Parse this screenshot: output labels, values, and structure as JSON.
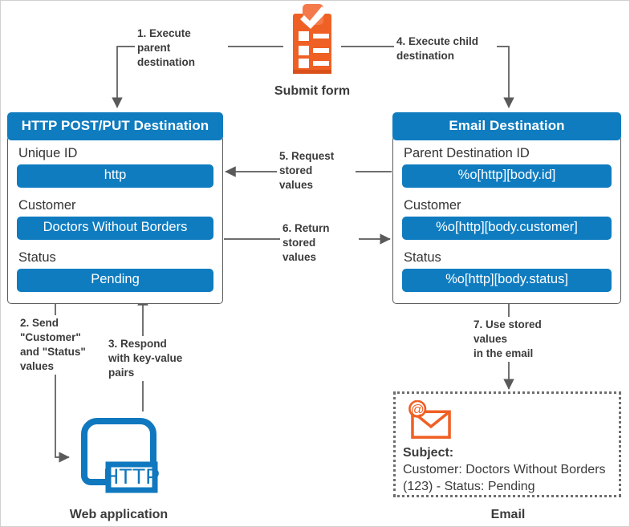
{
  "diagram": {
    "title": "HTTP POST/PUT destination and Email destination data flow",
    "colors": {
      "blue": "#0f7cc0",
      "orange": "#ef6024",
      "wire": "#5a5a5a",
      "text": "#3b3b3b"
    }
  },
  "submit_form": {
    "caption": "Submit form",
    "icon": "clipboard-check-icon"
  },
  "http_card": {
    "header": "HTTP POST/PUT Destination",
    "fields": [
      {
        "label": "Unique ID",
        "value": "http"
      },
      {
        "label": "Customer",
        "value": "Doctors Without Borders"
      },
      {
        "label": "Status",
        "value": "Pending"
      }
    ]
  },
  "email_card": {
    "header": "Email Destination",
    "fields": [
      {
        "label": "Parent Destination ID",
        "value": "%o[http][body.id]"
      },
      {
        "label": "Customer",
        "value": "%o[http][body.customer]"
      },
      {
        "label": "Status",
        "value": "%o[http][body.status]"
      }
    ]
  },
  "steps": [
    {
      "id": 1,
      "text": "1. Execute\nparent\ndestination"
    },
    {
      "id": 2,
      "text": "2. Send\n\"Customer\"\nand \"Status\"\nvalues"
    },
    {
      "id": 3,
      "text": "3. Respond\nwith key-value\npairs"
    },
    {
      "id": 4,
      "text": "4. Execute child\ndestination"
    },
    {
      "id": 5,
      "text": "5. Request\nstored\nvalues"
    },
    {
      "id": 6,
      "text": "6. Return\nstored\nvalues"
    },
    {
      "id": 7,
      "text": "7. Use stored\nvalues\nin the email"
    }
  ],
  "web_application": {
    "caption": "Web application",
    "badge": "HTTP",
    "icon": "web-application-icon"
  },
  "email": {
    "caption": "Email",
    "icon": "email-at-envelope-icon",
    "subject_label": "Subject:",
    "subject_line_1": "Customer: Doctors Without Borders",
    "subject_line_2": "(123) - Status: Pending"
  }
}
